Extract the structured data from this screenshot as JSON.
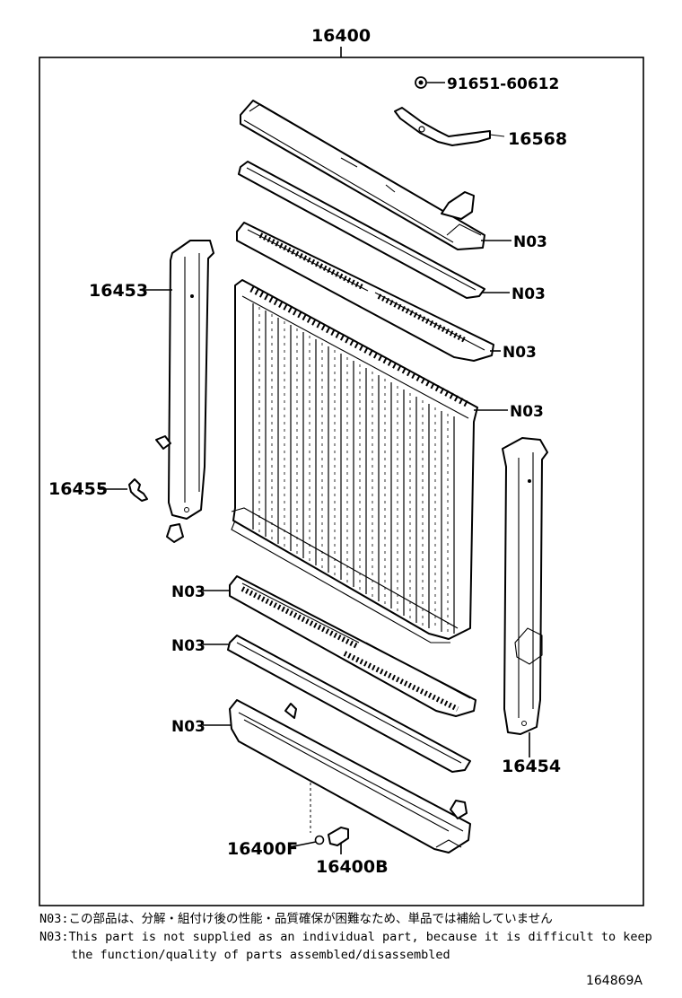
{
  "assembly_part": "16400",
  "callouts": {
    "bolt": "91651-60612",
    "hose": "16568",
    "bracket_left": "16453",
    "bolt_left": "16455",
    "bracket_right": "16454",
    "drain_gasket": "16400F",
    "drain_cock": "16400B",
    "n03_cap": "N03",
    "n03_upper_gasket": "N03",
    "n03_upper_seal": "N03",
    "n03_core": "N03",
    "n03_lower_seal": "N03",
    "n03_lower_gasket": "N03",
    "n03_lower_tank": "N03"
  },
  "notes": {
    "jp": "N03:この部品は、分解・組付け後の性能・品質確保が困難なため、単品では補給していません",
    "en_line1": "N03:This part is not supplied as an individual part, because it is difficult to keep",
    "en_line2": "the function/quality of parts assembled/disassembled"
  },
  "figure_code": "164869A"
}
